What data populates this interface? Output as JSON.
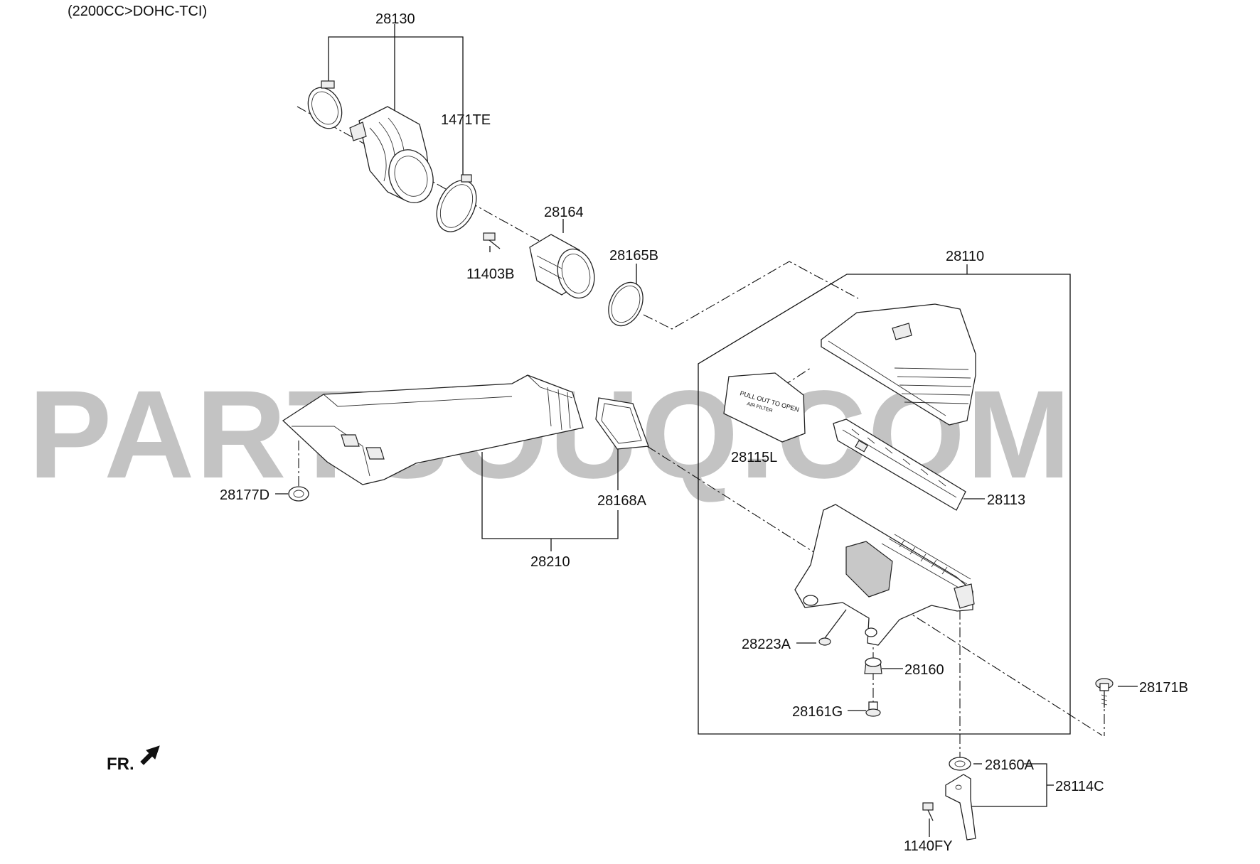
{
  "header": {
    "engine_note": "(2200CC>DOHC-TCI)"
  },
  "watermark": {
    "text": "PARTSOUQ.COM",
    "color": "#b9b9b9"
  },
  "direction": {
    "label": "FR.",
    "icon": "front-arrow-icon"
  },
  "parts": {
    "p28130": "28130",
    "p1471TE": "1471TE",
    "p28164": "28164",
    "p11403B": "11403B",
    "p28165B": "28165B",
    "p28110": "28110",
    "p28115L": "28115L",
    "p28113": "28113",
    "p28177D": "28177D",
    "p28168A": "28168A",
    "p28210": "28210",
    "p28223A": "28223A",
    "p28160": "28160",
    "p28161G": "28161G",
    "p28171B": "28171B",
    "p28160A": "28160A",
    "p28114C": "28114C",
    "p1140FY": "1140FY"
  },
  "cover_text": {
    "line1": "PULL OUT TO OPEN",
    "line2": "AIR FILTER"
  }
}
